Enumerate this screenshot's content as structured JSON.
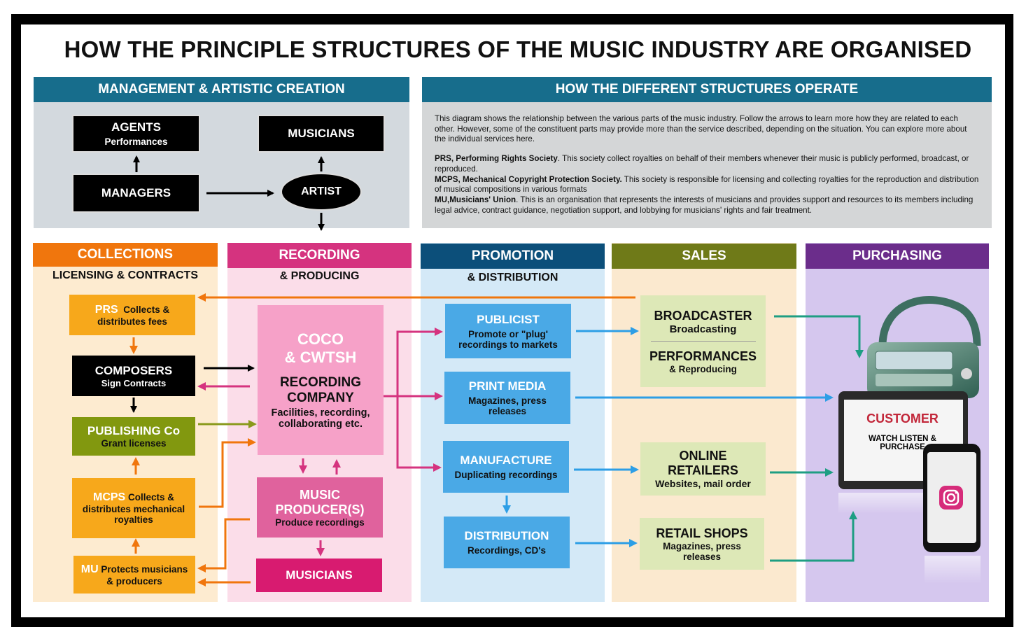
{
  "title": "HOW THE PRINCIPLE STRUCTURES OF THE MUSIC INDUSTRY ARE ORGANISED",
  "management": {
    "header": "MANAGEMENT & ARTISTIC CREATION",
    "agents": "AGENTS",
    "agents_sub": "Performances",
    "musicians": "MUSICIANS",
    "managers": "MANAGERS",
    "artist": "ARTIST"
  },
  "operate": {
    "header": "HOW THE DIFFERENT STRUCTURES OPERATE",
    "intro": "This diagram shows the relationship between the various parts of the music industry. Follow the arrows to learn more how they are related to each other. However, some of the constituent parts may provide more than the service described, depending on the situation. You can explore more about the individual services here.",
    "prs_title": "PRS, Performing Rights Society",
    "prs_text": ". This society collect royalties on behalf of their members whenever their music is publicly performed, broadcast, or reproduced.",
    "mcps_title": "MCPS, Mechanical Copyright Protection Society.",
    "mcps_text": " This society is responsible for licensing and collecting royalties for the reproduction and distribution of musical compositions in various formats",
    "mu_title": "MU,Musicians' Union",
    "mu_text": ". This is an organisation that represents the interests of musicians and provides support and resources to its members including legal advice, contract guidance, negotiation support, and lobbying for musicians' rights and fair treatment."
  },
  "collections": {
    "header": "COLLECTIONS",
    "sub": "LICENSING & CONTRACTS",
    "prs": "PRS",
    "prs_text1": "Collects &",
    "prs_text2": "distributes fees",
    "composers": "COMPOSERS",
    "composers_sub": "Sign Contracts",
    "publishing": "PUBLISHING Co",
    "publishing_sub": "Grant licenses",
    "mcps": "MCPS",
    "mcps_text1": "Collects &",
    "mcps_text2": "distributes mechanical",
    "mcps_text3": "royalties",
    "mu": "MU",
    "mu_text1": "Protects musicians",
    "mu_text2": "& producers"
  },
  "recording": {
    "header": "RECORDING",
    "sub": "& PRODUCING",
    "coco1": "COCO",
    "coco2": "& CWTSH",
    "company1": "RECORDING",
    "company2": "COMPANY",
    "company_desc1": "Facilities, recording,",
    "company_desc2": "collaborating etc.",
    "producer1": "MUSIC",
    "producer2": "PRODUCER(S)",
    "producer_sub": "Produce recordings",
    "musicians": "MUSICIANS"
  },
  "promotion": {
    "header": "PROMOTION",
    "sub": "& DISTRIBUTION",
    "publicist": "PUBLICIST",
    "publicist_sub1": "Promote or \"plug'",
    "publicist_sub2": "recordings to markets",
    "print": "PRINT MEDIA",
    "print_sub1": "Magazines, press",
    "print_sub2": "releases",
    "manufacture": "MANUFACTURE",
    "manufacture_sub": "Duplicating recordings",
    "distribution": "DISTRIBUTION",
    "distribution_sub": "Recordings, CD's"
  },
  "sales": {
    "header": "SALES",
    "broadcaster": "BROADCASTER",
    "broadcaster_sub": "Broadcasting",
    "performances": "PERFORMANCES",
    "performances_sub": "& Reproducing",
    "online1": "ONLINE",
    "online2": "RETAILERS",
    "online_sub": "Websites, mail order",
    "retail": "RETAIL SHOPS",
    "retail_sub1": "Magazines, press",
    "retail_sub2": "releases"
  },
  "purchasing": {
    "header": "PURCHASING",
    "customer": "CUSTOMER",
    "customer_sub1": "WATCH LISTEN &",
    "customer_sub2": "PURCHASE"
  },
  "colors": {
    "teal": "#176d8c",
    "orange": "#f0760d",
    "pink": "#d5337f",
    "navy": "#0c4f7a",
    "olive": "#6f7a18",
    "purple": "#6b2d8b",
    "arrow_blue": "#2d9ee6",
    "arrow_green": "#1e9e83"
  },
  "icons": [
    "radio-icon",
    "tablet-icon",
    "phone-icon",
    "instagram-icon"
  ]
}
